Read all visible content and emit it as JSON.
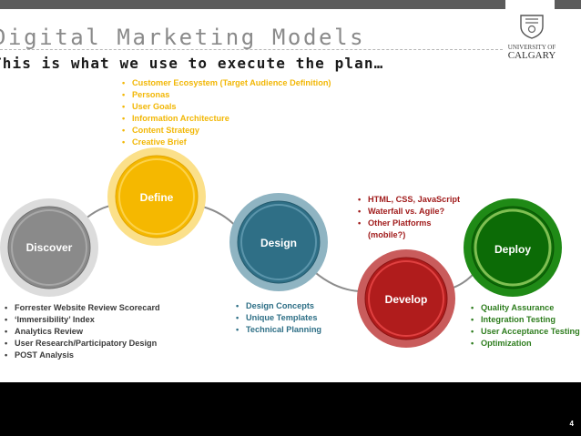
{
  "header": {
    "title": "Digital Marketing Models",
    "subtitle": "This is what we use to execute the plan…",
    "logo_line1": "UNIVERSITY OF",
    "logo_line2": "CALGARY"
  },
  "nodes": {
    "discover": {
      "label": "Discover",
      "color": "#8a8a8a"
    },
    "define": {
      "label": "Define",
      "color": "#f5b800"
    },
    "design": {
      "label": "Design",
      "color": "#2f6f86"
    },
    "develop": {
      "label": "Develop",
      "color": "#b01c1c"
    },
    "deploy": {
      "label": "Deploy",
      "color": "#237a13"
    }
  },
  "lists": {
    "define": [
      "Customer Ecosystem (Target Audience Definition)",
      "Personas",
      "User Goals",
      "Information Architecture",
      "Content Strategy",
      "Creative Brief"
    ],
    "discover": [
      "Forrester Website Review Scorecard",
      "‘Immersibility’ Index",
      "Analytics Review",
      "User Research/Participatory Design",
      "POST Analysis"
    ],
    "design": [
      "Design Concepts",
      "Unique Templates",
      "Technical Planning"
    ],
    "develop": [
      "HTML, CSS, JavaScript",
      "Waterfall vs. Agile?",
      "Other Platforms"
    ],
    "develop_cont": "(mobile?)",
    "deploy": [
      "Quality Assurance",
      "Integration Testing",
      "User Acceptance Testing",
      "Optimization"
    ]
  },
  "footer": {
    "page_number": "4"
  }
}
